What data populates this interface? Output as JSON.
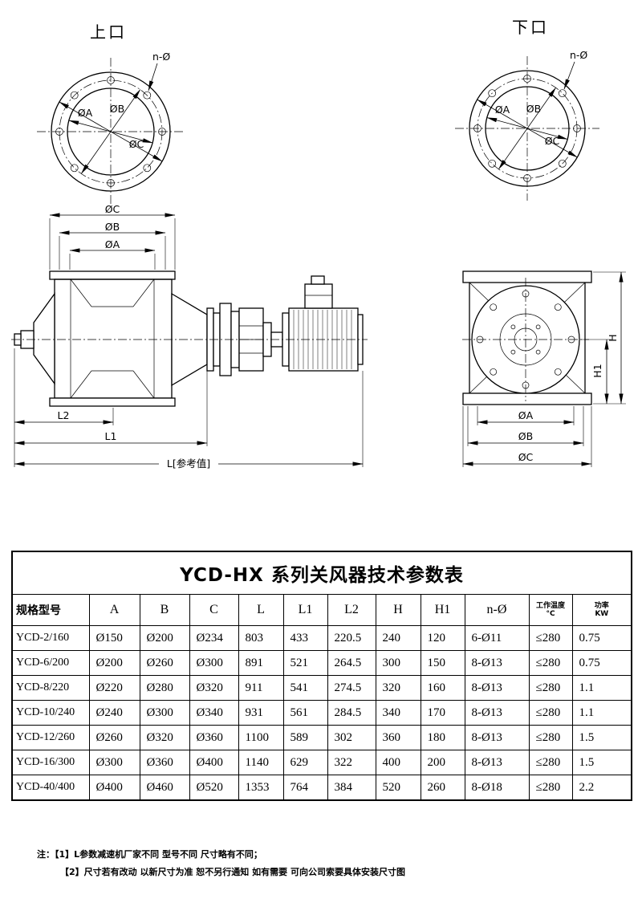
{
  "top_left_view": {
    "title": "上口",
    "hole_label": "n-Ø",
    "dim_a": "ØA",
    "dim_b": "ØB",
    "dim_c": "ØC"
  },
  "top_right_view": {
    "title": "下口",
    "hole_label": "n-Ø",
    "dim_a": "ØA",
    "dim_b": "ØB",
    "dim_c": "ØC"
  },
  "side_view": {
    "dim_c": "ØC",
    "dim_b": "ØB",
    "dim_a": "ØA",
    "dim_l2": "L2",
    "dim_l1": "L1",
    "dim_l": "L[参考值]"
  },
  "front_view": {
    "dim_h": "H",
    "dim_h1": "H1",
    "dim_a": "ØA",
    "dim_b": "ØB",
    "dim_c": "ØC"
  },
  "table": {
    "title": "YCD-HX 系列关风器技术参数表",
    "headers": [
      "规格型号",
      "A",
      "B",
      "C",
      "L",
      "L1",
      "L2",
      "H",
      "H1",
      "n-Ø",
      "工作温度\n°C",
      "功率\nKW"
    ],
    "rows": [
      [
        "YCD-2/160",
        "Ø150",
        "Ø200",
        "Ø234",
        "803",
        "433",
        "220.5",
        "240",
        "120",
        "6-Ø11",
        "≤280",
        "0.75"
      ],
      [
        "YCD-6/200",
        "Ø200",
        "Ø260",
        "Ø300",
        "891",
        "521",
        "264.5",
        "300",
        "150",
        "8-Ø13",
        "≤280",
        "0.75"
      ],
      [
        "YCD-8/220",
        "Ø220",
        "Ø280",
        "Ø320",
        "911",
        "541",
        "274.5",
        "320",
        "160",
        "8-Ø13",
        "≤280",
        "1.1"
      ],
      [
        "YCD-10/240",
        "Ø240",
        "Ø300",
        "Ø340",
        "931",
        "561",
        "284.5",
        "340",
        "170",
        "8-Ø13",
        "≤280",
        "1.1"
      ],
      [
        "YCD-12/260",
        "Ø260",
        "Ø320",
        "Ø360",
        "1100",
        "589",
        "302",
        "360",
        "180",
        "8-Ø13",
        "≤280",
        "1.5"
      ],
      [
        "YCD-16/300",
        "Ø300",
        "Ø360",
        "Ø400",
        "1140",
        "629",
        "322",
        "400",
        "200",
        "8-Ø13",
        "≤280",
        "1.5"
      ],
      [
        "YCD-40/400",
        "Ø400",
        "Ø460",
        "Ø520",
        "1353",
        "764",
        "384",
        "520",
        "260",
        "8-Ø18",
        "≤280",
        "2.2"
      ]
    ]
  },
  "notes": {
    "prefix": "注：",
    "lines": [
      "【1】L参数减速机厂家不同 型号不同 尺寸略有不同；",
      "【2】尺寸若有改动 以新尺寸为准 恕不另行通知 如有需要 可向公司索要具体安装尺寸图"
    ]
  }
}
